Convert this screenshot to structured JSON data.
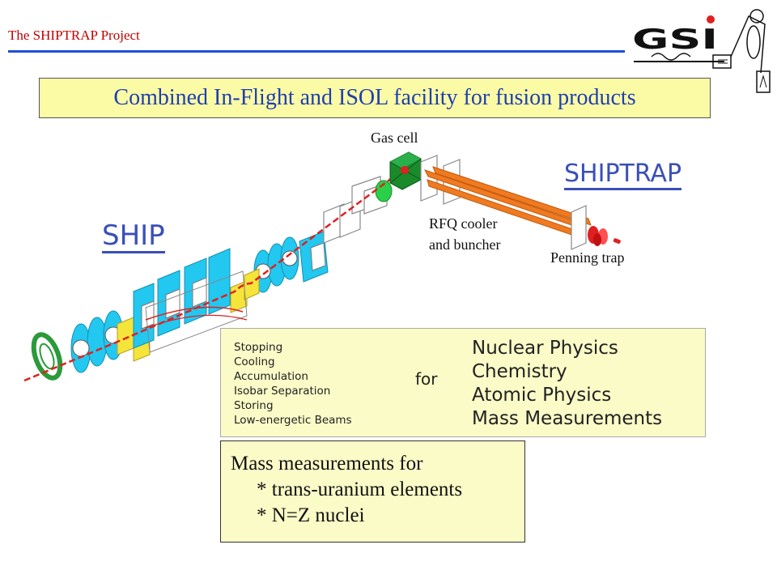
{
  "header": {
    "project_title": "The SHIPTRAP Project",
    "logo_text": "GSI"
  },
  "banner": {
    "title": "Combined In-Flight and ISOL facility for fusion products"
  },
  "diagram": {
    "ship_label": "SHIP",
    "shiptrap_label": "SHIPTRAP",
    "gas_cell_label": "Gas cell",
    "rfq_label_line1": "RFQ cooler",
    "rfq_label_line2": "and buncher",
    "penning_label": "Penning trap"
  },
  "applications": {
    "processes": [
      "Stopping",
      "Cooling",
      "Accumulation",
      "Isobar Separation",
      "Storing",
      "Low-energetic Beams"
    ],
    "connector": "for",
    "fields": [
      "Nuclear Physics",
      "Chemistry",
      "Atomic Physics",
      "Mass Measurements"
    ]
  },
  "mass_box": {
    "heading": "Mass measurements for",
    "items": [
      "* trans-uranium elements",
      "* N=Z nuclei"
    ]
  },
  "colors": {
    "title_red": "#c00000",
    "header_rule": "#1f4fd8",
    "banner_bg": "#fbfba6",
    "banner_text": "#1f3fae",
    "beam": "#e02020",
    "magnet_cyan": "#22c8f0",
    "rfq_orange": "#f07a20",
    "gas_cell_green": "#1a8a2a",
    "box_bg": "#fbfbc8"
  }
}
